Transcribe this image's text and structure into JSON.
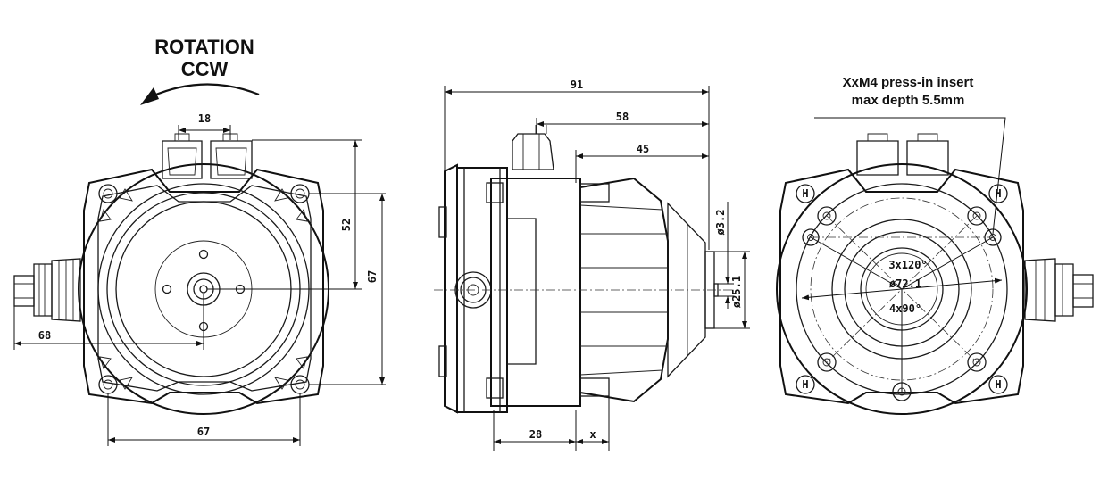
{
  "rotation": {
    "line1": "ROTATION",
    "line2": "CCW"
  },
  "front_view": {
    "dim_top_width": "18",
    "dim_height_52": "52",
    "dim_height_67": "67",
    "dim_cable_68": "68",
    "dim_bottom_67": "67"
  },
  "side_view": {
    "dim_91": "91",
    "dim_58": "58",
    "dim_45": "45",
    "dim_shaft_d": "ø3.2",
    "dim_hub_d": "ø25.1",
    "dim_28": "28",
    "dim_x": "x"
  },
  "rear_view": {
    "note_line1": "XxM4 press-in insert",
    "note_line2": "max depth 5.5mm",
    "label_3x120": "3x120°",
    "label_d72": "ø72.1",
    "label_4x90": "4x90°"
  }
}
